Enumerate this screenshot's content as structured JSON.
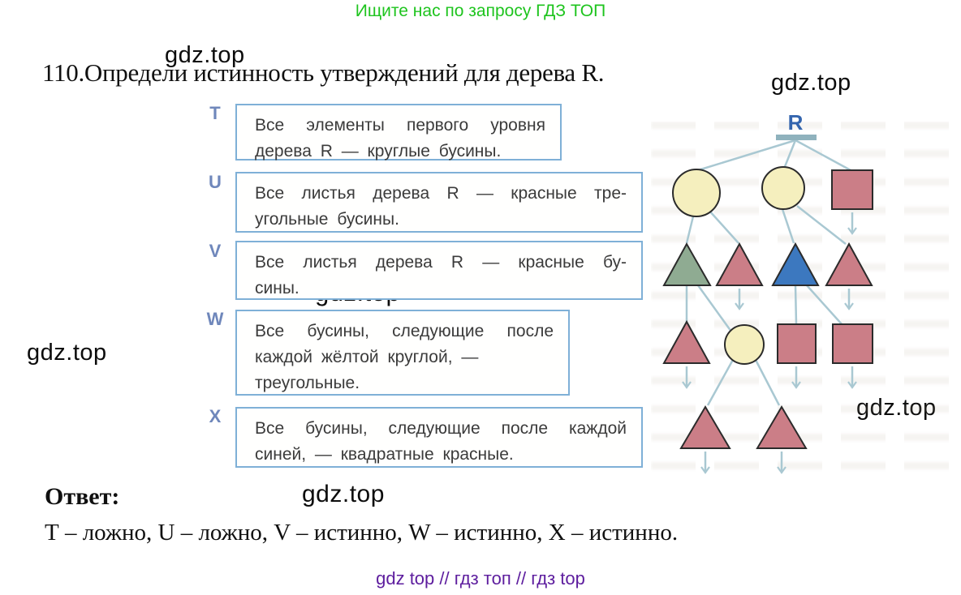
{
  "promo": {
    "text": "Ищите нас по запросу ГДЗ ТОП",
    "color": "#1ec41e"
  },
  "watermark": {
    "text": "gdz.top"
  },
  "title": "110.Определи истинность утверждений для дерева R.",
  "statements": [
    {
      "label": "T",
      "lines": [
        "Все элементы первого уровня",
        "дерева R — круглые бусины."
      ]
    },
    {
      "label": "U",
      "lines": [
        "Все листья дерева R — красные тре-",
        "угольные бусины."
      ]
    },
    {
      "label": "V",
      "lines": [
        "Все листья дерева R — красные бу-",
        "сины."
      ]
    },
    {
      "label": "W",
      "lines": [
        "Все бусины, следующие после",
        "каждой жёлтой круглой, —",
        "треугольные."
      ]
    },
    {
      "label": "X",
      "lines": [
        "Все бусины, следующие после каждой",
        "синей, — квадратные красные."
      ]
    }
  ],
  "tree": {
    "root_label": "R",
    "colors": {
      "yellow_bead": "#f5efbe",
      "green_bead": "#8fab92",
      "red_bead": "#cb7e87",
      "blue_bead": "#3c78bf",
      "edge_line": "#a9c8d2",
      "bead_outline": "#2b2b2b",
      "root_label": "#3465ae",
      "root_bar": "#8fb2bd"
    },
    "structure": {
      "root": "R",
      "level1": [
        "yellow circle",
        "yellow circle",
        "red square (leaf)"
      ],
      "level2": [
        "green triangle (child of circle 1)",
        "red triangle (leaf, child of circle 1)",
        "blue triangle (child of circle 2)",
        "red triangle (leaf, child of circle 2)"
      ],
      "level3": [
        "red triangle (leaf, child of green triangle)",
        "yellow circle (child of green triangle)",
        "red square (leaf, child of blue triangle)",
        "red square (leaf, child of blue triangle)"
      ],
      "level4": [
        "red triangle (leaf, child of level-3 yellow circle)",
        "red triangle (leaf, child of level-3 yellow circle)"
      ]
    }
  },
  "answer": {
    "heading": "Ответ:",
    "text": "Т – ложно, U – ложно, V – истинно, W – истинно, X – истинно."
  },
  "footer": {
    "text": "gdz top  //  гдз топ  //  гдз top",
    "color": "#5d1d9e"
  }
}
